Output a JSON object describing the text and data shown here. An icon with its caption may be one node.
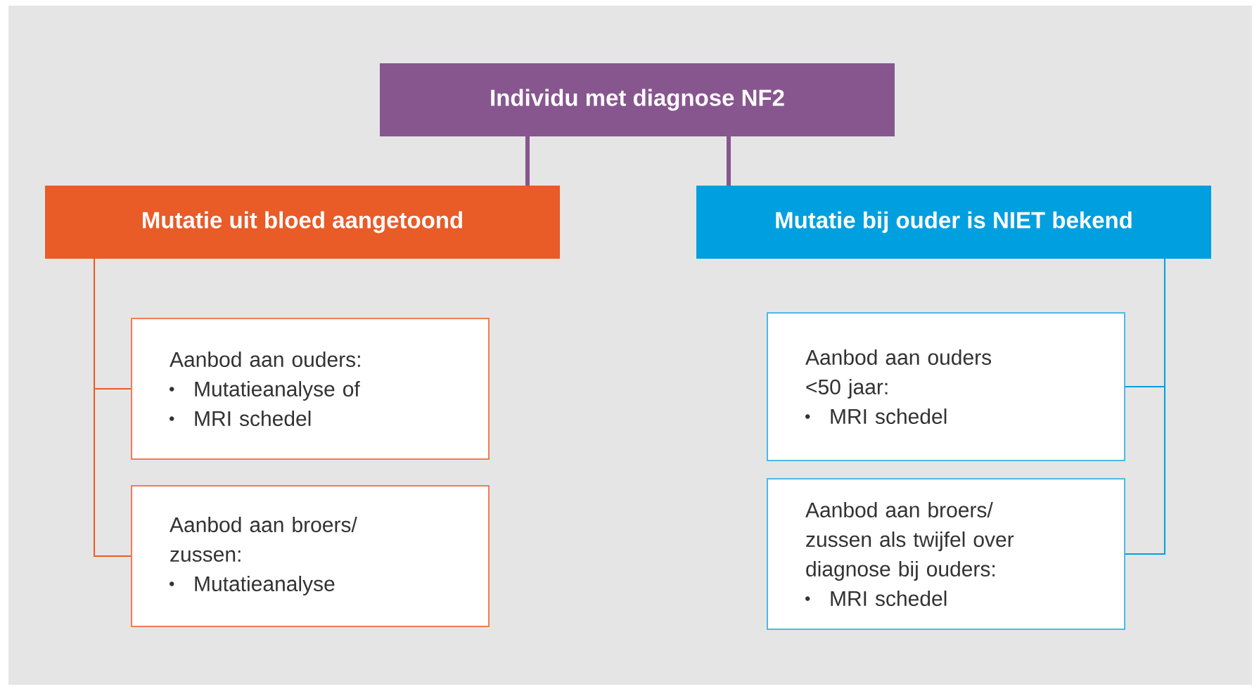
{
  "diagram": {
    "nodes": [
      {
        "text": [
          "Individu met diagnose NF2"
        ]
      },
      {
        "text": [
          "Mutatie uit bloed aangetoond"
        ]
      },
      {
        "text": [
          "Mutatie bij ouder is NIET bekend"
        ]
      },
      {
        "text": [
          "Aanbod aan ouders:",
          "Mutatieanalyse of",
          "MRI schedel"
        ]
      },
      {
        "text": [
          "Aanbod aan broers/ zussen:",
          "Mutatieanalyse"
        ]
      },
      {
        "text": [
          "Aanbod aan ouders <50 jaar:",
          "MRI schedel"
        ]
      },
      {
        "text": [
          "Aanbod aan broers/ zussen als twijfel over diagnose bij ouders:",
          "MRI schedel"
        ]
      }
    ],
    "edges": [
      {
        "from": 0,
        "to": 1,
        "arrow": "none",
        "style": "thick",
        "color": "#87568f"
      },
      {
        "from": 0,
        "to": 2,
        "arrow": "none",
        "style": "thick",
        "color": "#87568f"
      },
      {
        "from": 1,
        "to": 3,
        "arrow": "none",
        "color": "#e95b27"
      },
      {
        "from": 1,
        "to": 4,
        "arrow": "none",
        "color": "#e95b27"
      },
      {
        "from": 2,
        "to": 5,
        "arrow": "none",
        "color": "#009fe0"
      },
      {
        "from": 2,
        "to": 6,
        "arrow": "none",
        "color": "#009fe0"
      }
    ]
  }
}
